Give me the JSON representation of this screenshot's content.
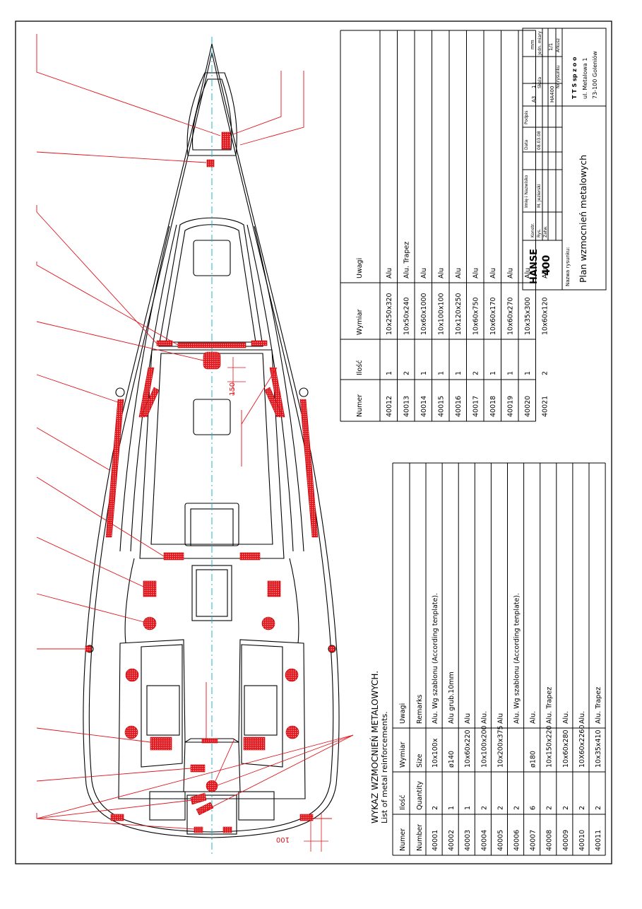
{
  "table_upper": {
    "headers": [
      "Numer",
      "Ilość",
      "Wymiar",
      "Uwagi"
    ],
    "rows": [
      [
        "40012",
        "1",
        "10x250x320",
        "Alu"
      ],
      [
        "40013",
        "2",
        "10x50x240",
        "Alu. Trapez"
      ],
      [
        "40014",
        "1",
        "10x60x1000",
        "Alu"
      ],
      [
        "40015",
        "1",
        "10x100x100",
        "Alu"
      ],
      [
        "40016",
        "1",
        "10x120x250",
        "Alu"
      ],
      [
        "40017",
        "2",
        "10x60x750",
        "Alu"
      ],
      [
        "40018",
        "1",
        "10x60x170",
        "Alu"
      ],
      [
        "40019",
        "1",
        "10x60x270",
        "Alu"
      ],
      [
        "40020",
        "1",
        "10x35x300",
        "Alu"
      ],
      [
        "40021",
        "2",
        "10x60x120",
        "Alu"
      ]
    ]
  },
  "table_lower": {
    "title": "WYKAZ WZMOCNIEŃ METALOWYCH.",
    "subtitle": "List of metal reinforcements.",
    "headers_pl": [
      "Numer",
      "Ilość",
      "Wymiar",
      "Uwagi"
    ],
    "headers_en": [
      "Number",
      "Quantity",
      "Size",
      "Remarks"
    ],
    "rows": [
      [
        "40001",
        "2",
        "10x100x",
        "Alu. Wg szablonu (According tenplate)."
      ],
      [
        "40002",
        "1",
        "ø140",
        "Alu grub.10mm"
      ],
      [
        "40003",
        "1",
        "10x60x220",
        "Alu"
      ],
      [
        "40004",
        "2",
        "10x100x200",
        "Alu."
      ],
      [
        "40005",
        "2",
        "10x200x375",
        "Alu"
      ],
      [
        "40006",
        "2",
        "",
        "Alu. Wg szablonu (According tenplate)."
      ],
      [
        "40007",
        "6",
        "ø180",
        "Alu."
      ],
      [
        "40008",
        "2",
        "10x150x220",
        "Alu. Trapez"
      ],
      [
        "40009",
        "2",
        "10x60x280",
        "Alu."
      ],
      [
        "40010",
        "2",
        "10X60x2260",
        "Alu."
      ],
      [
        "40011",
        "2",
        "10x35x410",
        "Alu. Trapez"
      ]
    ]
  },
  "title_block": {
    "brand": "HANSE",
    "model": "400",
    "drawing_name_label": "Nazwa rysunku:",
    "drawing_name": "Plan wzmocnień metalowych",
    "name_col": "Imię i Nazwisko",
    "date_col": "Data",
    "sign_col": "Podpis",
    "konstr": "Konstr.",
    "rys": "Rys.",
    "rys_name": "M. Jezierski",
    "rys_date": "08.03.08",
    "zatw": "Zatw.",
    "format": "A3",
    "scale": "1 :",
    "skala_label": "Skala",
    "units": "mm",
    "units_label": "Jedn. miary",
    "drawing_no_label": "Nr rysunku",
    "drawing_no": "HA400",
    "sheet": "1/1",
    "sheet_label": "Arkusz",
    "company": "T T S sp z o o",
    "address1": "ul. Metalowa 1",
    "address2": "73-100 Goleniów"
  },
  "dimensions": {
    "dim_150": "150",
    "dim_100": "100"
  },
  "colors": {
    "reinforcement": "#e0141b",
    "centerline": "#1fb6c8",
    "outline": "#000000"
  }
}
